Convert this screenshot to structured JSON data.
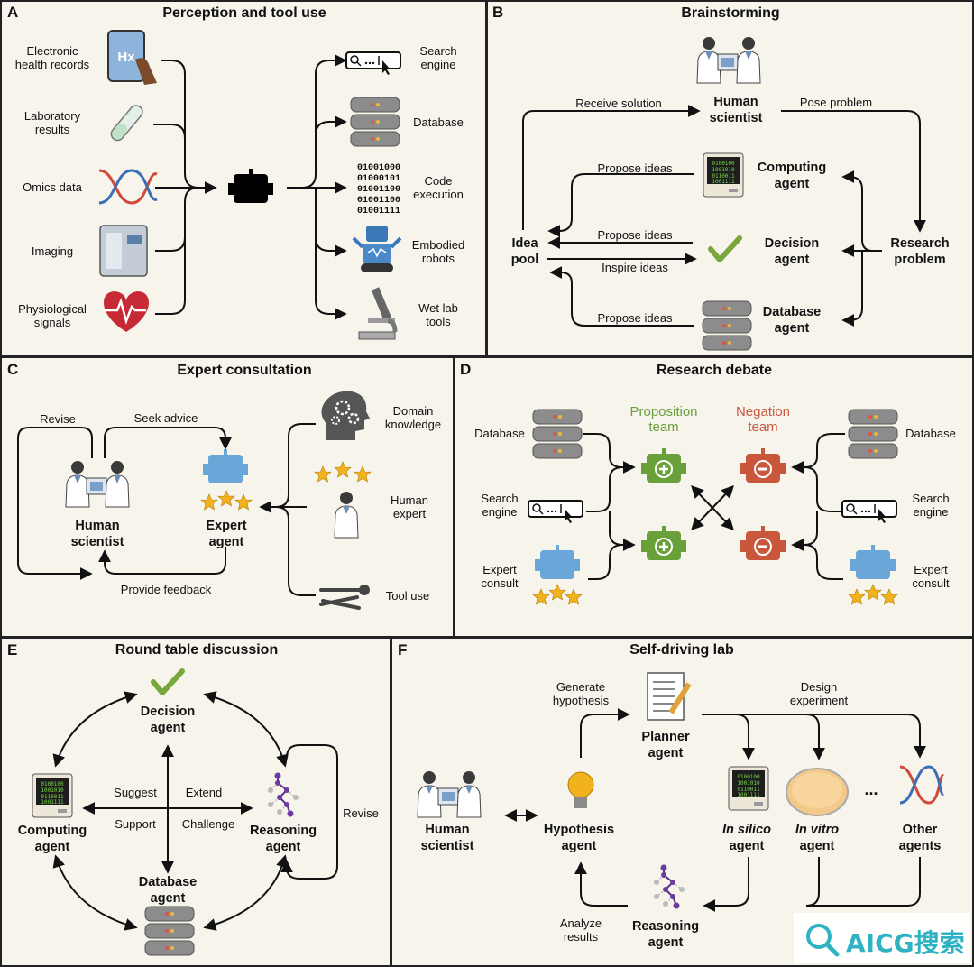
{
  "panels": {
    "a": {
      "letter": "A",
      "title": "Perception and tool use",
      "inputs": [
        "Electronic\nhealth records",
        "Laboratory\nresults",
        "Omics data",
        "Imaging",
        "Physiological\nsignals"
      ],
      "outputs": [
        "Search\nengine",
        "Database",
        "Code\nexecution",
        "Embodied\nrobots",
        "Wet lab\ntools"
      ],
      "ehr_glyph": "Hx",
      "binary": "01001000\n01000101\n01001100\n01001100\n01001111"
    },
    "b": {
      "letter": "B",
      "title": "Brainstorming",
      "human": "Human\nscientist",
      "receive": "Receive solution",
      "pose": "Pose problem",
      "computing": "Computing\nagent",
      "decision": "Decision\nagent",
      "database": "Database\nagent",
      "idea_pool": "Idea\npool",
      "research_problem": "Research\nproblem",
      "propose": "Propose ideas",
      "inspire": "Inspire ideas"
    },
    "c": {
      "letter": "C",
      "title": "Expert consultation",
      "revise": "Revise",
      "seek": "Seek advice",
      "human": "Human\nscientist",
      "expert_agent": "Expert\nagent",
      "feedback": "Provide feedback",
      "domain": "Domain\nknowledge",
      "human_expert": "Human\nexpert",
      "tool_use": "Tool use"
    },
    "d": {
      "letter": "D",
      "title": "Research debate",
      "proposition": "Proposition\nteam",
      "negation": "Negation\nteam",
      "database": "Database",
      "search": "Search\nengine",
      "expert": "Expert\nconsult"
    },
    "e": {
      "letter": "E",
      "title": "Round table discussion",
      "decision": "Decision\nagent",
      "computing": "Computing\nagent",
      "reasoning": "Reasoning\nagent",
      "database": "Database\nagent",
      "suggest": "Suggest",
      "extend": "Extend",
      "support": "Support",
      "challenge": "Challenge",
      "revise": "Revise"
    },
    "f": {
      "letter": "F",
      "title": "Self-driving lab",
      "generate": "Generate\nhypothesis",
      "planner": "Planner\nagent",
      "design": "Design\nexperiment",
      "human": "Human\nscientist",
      "hypothesis": "Hypothesis\nagent",
      "in_silico_em": "In silico",
      "in_vitro_em": "In vitro",
      "agent_word": "agent",
      "other": "Other\nagents",
      "ellipsis": "...",
      "analyze": "Analyze\nresults",
      "reasoning": "Reasoning\nagent"
    }
  },
  "watermark": "AICG搜索",
  "colors": {
    "panel_bg": "#f7f4ec",
    "green": "#6aa03a",
    "red": "#c9573c",
    "robot_blue": "#6aa6d8",
    "star": "#f2b21e",
    "screen_green": "#7bd64a",
    "heart": "#c62b35"
  }
}
